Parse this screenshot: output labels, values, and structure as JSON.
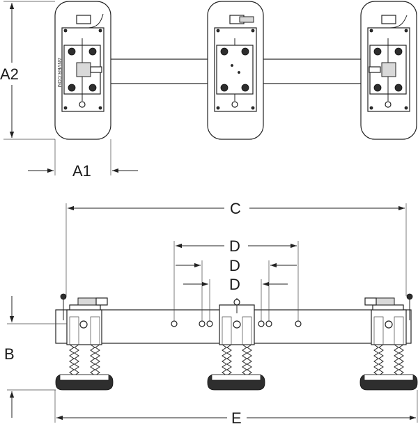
{
  "dimensions": {
    "a1": "A1",
    "a2": "A2",
    "b": "B",
    "c": "C",
    "d1": "D",
    "d2": "D",
    "d3": "D",
    "e": "E"
  },
  "branding": {
    "side_text": "ANVER.COM"
  },
  "colors": {
    "line": "#222222",
    "fill_light": "#d9d9d9",
    "fill_dark": "#2e2e2e",
    "background": "#ffffff"
  }
}
